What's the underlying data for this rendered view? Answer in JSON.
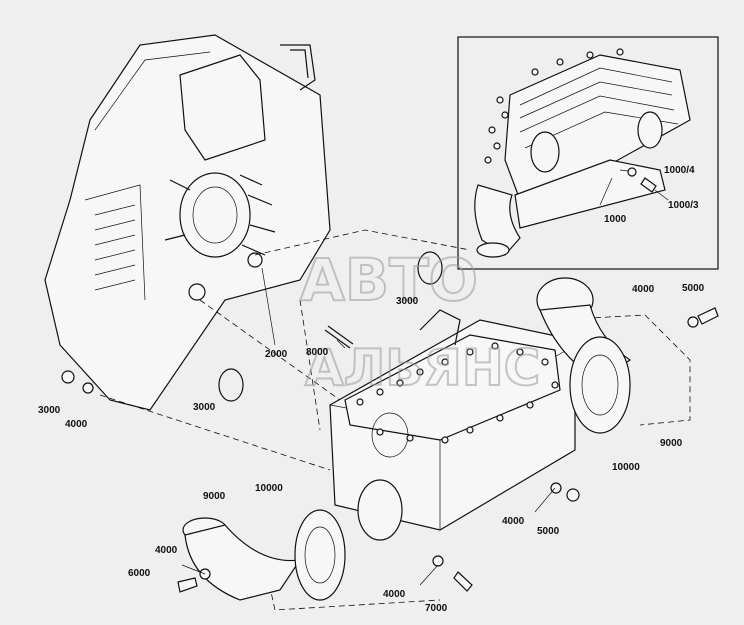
{
  "watermark": {
    "line1": "АВТО",
    "line2": "АЛЬЯНС"
  },
  "labels": {
    "inset_1000": "1000",
    "inset_1000_4": "1000/4",
    "inset_1000_3": "1000/3",
    "l_4000_top": "4000",
    "l_5000_top": "5000",
    "l_3000_mid": "3000",
    "l_2000": "2000",
    "l_8000": "8000",
    "l_3000_left": "3000",
    "l_4000_left": "4000",
    "l_3000_lower": "3000",
    "l_9000_right": "9000",
    "l_10000_right": "10000",
    "l_10000_left": "10000",
    "l_9000_left": "9000",
    "l_4000_right": "4000",
    "l_5000_right": "5000",
    "l_4000_lowleft": "4000",
    "l_6000": "6000",
    "l_4000_bottom": "4000",
    "l_7000": "7000"
  }
}
